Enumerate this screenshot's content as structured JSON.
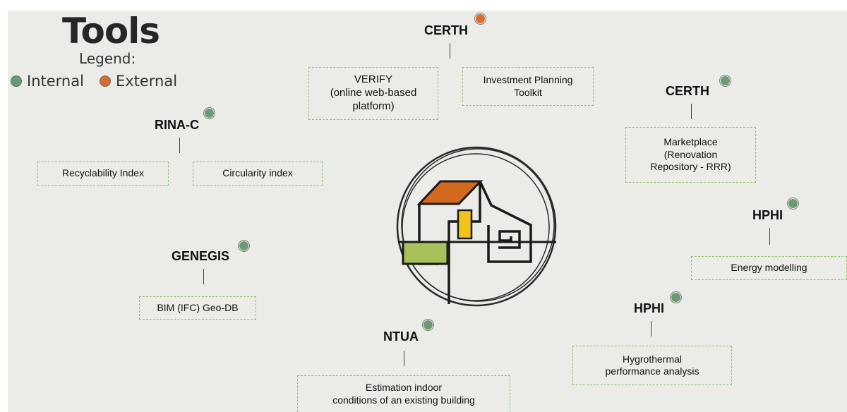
{
  "title": "Tools",
  "legend": {
    "label": "Legend:",
    "internal_label": "Internal",
    "external_label": "External",
    "internal_color": "#6a9a74",
    "external_color": "#d86d2e"
  },
  "nodes": {
    "certh_top": {
      "org": "CERTH",
      "status": "external",
      "tools": [
        "VERIFY\n(online web-based\nplatform)",
        "Investment Planning\nToolkit"
      ]
    },
    "certh_right": {
      "org": "CERTH",
      "status": "internal",
      "tools": [
        "Marketplace\n(Renovation\nRepository - RRR)"
      ]
    },
    "rina": {
      "org": "RINA-C",
      "status": "internal",
      "tools": [
        "Recyclability Index",
        "Circularity index"
      ]
    },
    "genegis": {
      "org": "GENEGIS",
      "status": "internal",
      "tools": [
        "BIM (IFC) Geo-DB"
      ]
    },
    "hphi_top": {
      "org": "HPHI",
      "status": "internal",
      "tools": [
        "Energy modelling"
      ]
    },
    "hphi_bottom": {
      "org": "HPHI",
      "status": "internal",
      "tools": [
        "Hygrothermal\nperformance analysis"
      ]
    },
    "ntua": {
      "org": "NTUA",
      "status": "internal",
      "tools": [
        "Estimation indoor\nconditions of an existing building"
      ]
    }
  },
  "logo": {
    "roof_color": "#d2691e",
    "window_color": "#f0c419",
    "ground_color": "#a9c15b"
  }
}
